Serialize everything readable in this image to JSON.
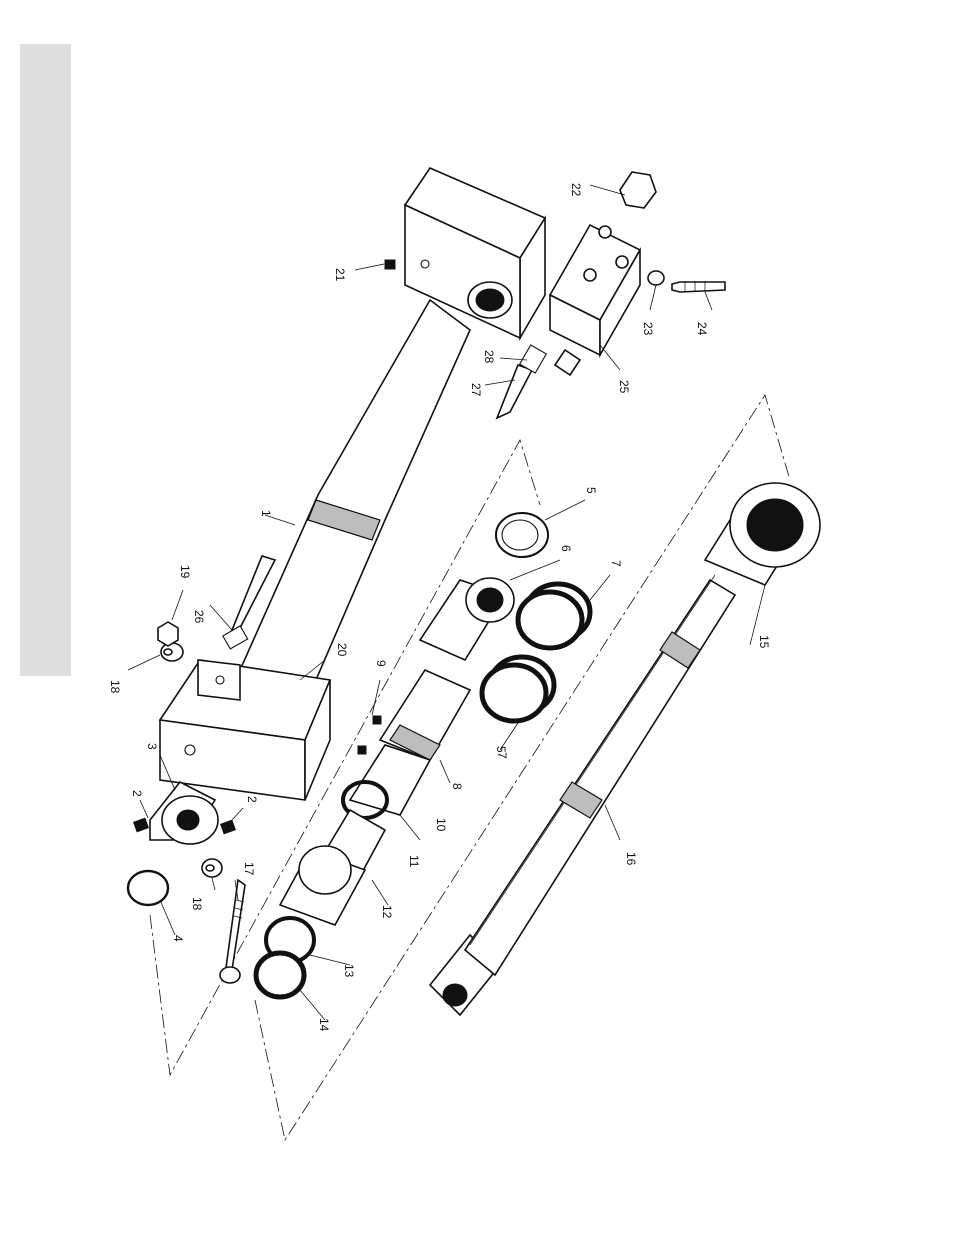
{
  "diagram": {
    "title": "",
    "callouts": [
      {
        "id": "c1",
        "text": "1"
      },
      {
        "id": "c2a",
        "text": "2"
      },
      {
        "id": "c2b",
        "text": "2"
      },
      {
        "id": "c3",
        "text": "3"
      },
      {
        "id": "c4",
        "text": "4"
      },
      {
        "id": "c5a",
        "text": "5"
      },
      {
        "id": "c5b",
        "text": "5"
      },
      {
        "id": "c6",
        "text": "6"
      },
      {
        "id": "c7a",
        "text": "7"
      },
      {
        "id": "c7b",
        "text": "7"
      },
      {
        "id": "c8",
        "text": "8"
      },
      {
        "id": "c9",
        "text": "9"
      },
      {
        "id": "c10",
        "text": "10"
      },
      {
        "id": "c11",
        "text": "11"
      },
      {
        "id": "c12",
        "text": "12"
      },
      {
        "id": "c13",
        "text": "13"
      },
      {
        "id": "c14",
        "text": "14"
      },
      {
        "id": "c15",
        "text": "15"
      },
      {
        "id": "c16",
        "text": "16"
      },
      {
        "id": "c17",
        "text": "17"
      },
      {
        "id": "c18a",
        "text": "18"
      },
      {
        "id": "c18b",
        "text": "18"
      },
      {
        "id": "c19",
        "text": "19"
      },
      {
        "id": "c20",
        "text": "20"
      },
      {
        "id": "c21",
        "text": "21"
      },
      {
        "id": "c22",
        "text": "22"
      },
      {
        "id": "c23",
        "text": "23"
      },
      {
        "id": "c24",
        "text": "24"
      },
      {
        "id": "c25",
        "text": "25"
      },
      {
        "id": "c26",
        "text": "26"
      },
      {
        "id": "c27",
        "text": "27"
      },
      {
        "id": "c28",
        "text": "28"
      }
    ]
  }
}
